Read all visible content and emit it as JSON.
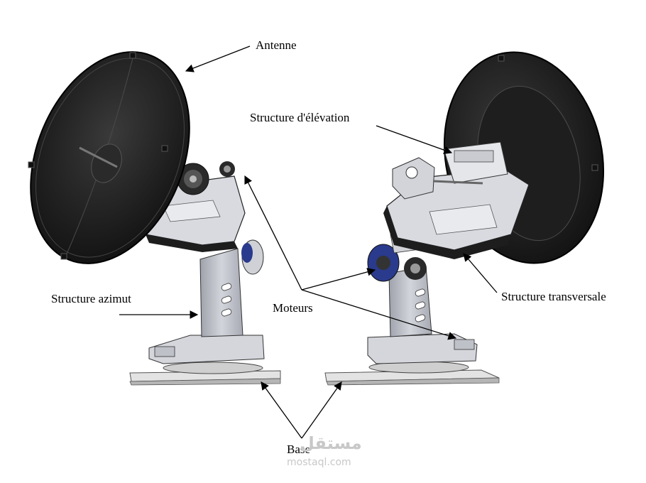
{
  "labels": {
    "antenne": "Antenne",
    "structure_elevation": "Structure d'élévation",
    "structure_azimut": "Structure azimut",
    "moteurs": "Moteurs",
    "structure_transversale": "Structure transversale",
    "base": "Base"
  },
  "watermark": {
    "arabic": "مستقل",
    "latin": "mostaql.com"
  },
  "colors": {
    "dish": "#1a1a1a",
    "metal": "#c7c9d0",
    "metal_dark": "#8e919a",
    "motor_blue": "#2a3a8c",
    "base_plate": "#d9d9d9"
  }
}
